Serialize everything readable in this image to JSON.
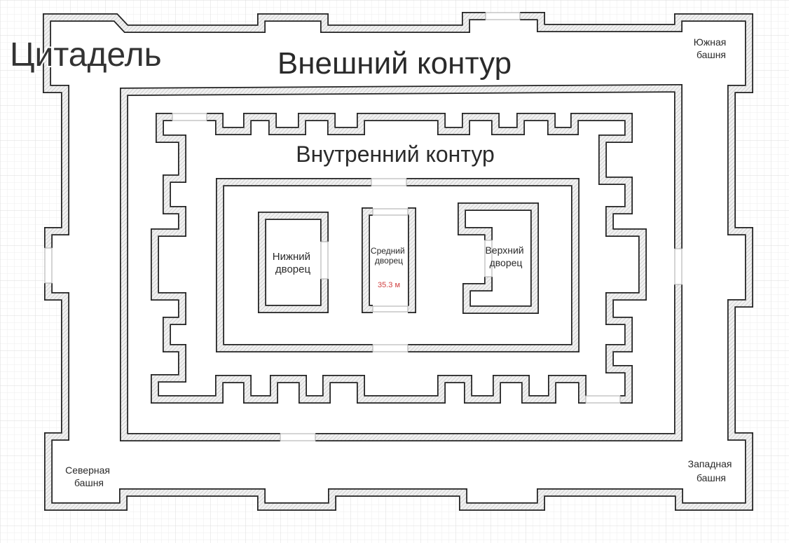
{
  "title": "Цитадель",
  "zones": {
    "outer_contour": "Внешний контур",
    "inner_contour": "Внутренний контур"
  },
  "towers": {
    "south": [
      "Южная",
      "башня"
    ],
    "north": [
      "Северная",
      "башня"
    ],
    "west": [
      "Западная",
      "башня"
    ]
  },
  "palaces": {
    "lower": [
      "Нижний",
      "дворец"
    ],
    "middle": [
      "Средний",
      "дворец"
    ],
    "middle_area": "35.3 м",
    "upper": [
      "Верхний",
      "дворец"
    ]
  },
  "colors": {
    "wall_outline": "#222222",
    "hatch": "#bdbdbd",
    "grid": "#e6e6e6",
    "area_label": "#d04040"
  }
}
